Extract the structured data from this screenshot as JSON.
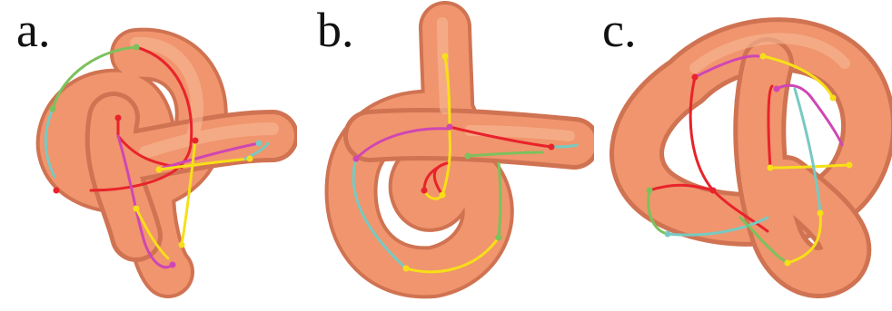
{
  "panels": [
    {
      "label": "a."
    },
    {
      "label": "b."
    },
    {
      "label": "c."
    }
  ],
  "colors": {
    "tube_fill": "#ef8a5e",
    "tube_dark": "#cc6440",
    "tube_light": "#f7b08c",
    "curve_red": "#e8232b",
    "curve_green": "#7cc15c",
    "curve_teal": "#78c9c2",
    "curve_magenta": "#cf46b4",
    "curve_yellow": "#f7df18",
    "background": "#ffffff"
  }
}
